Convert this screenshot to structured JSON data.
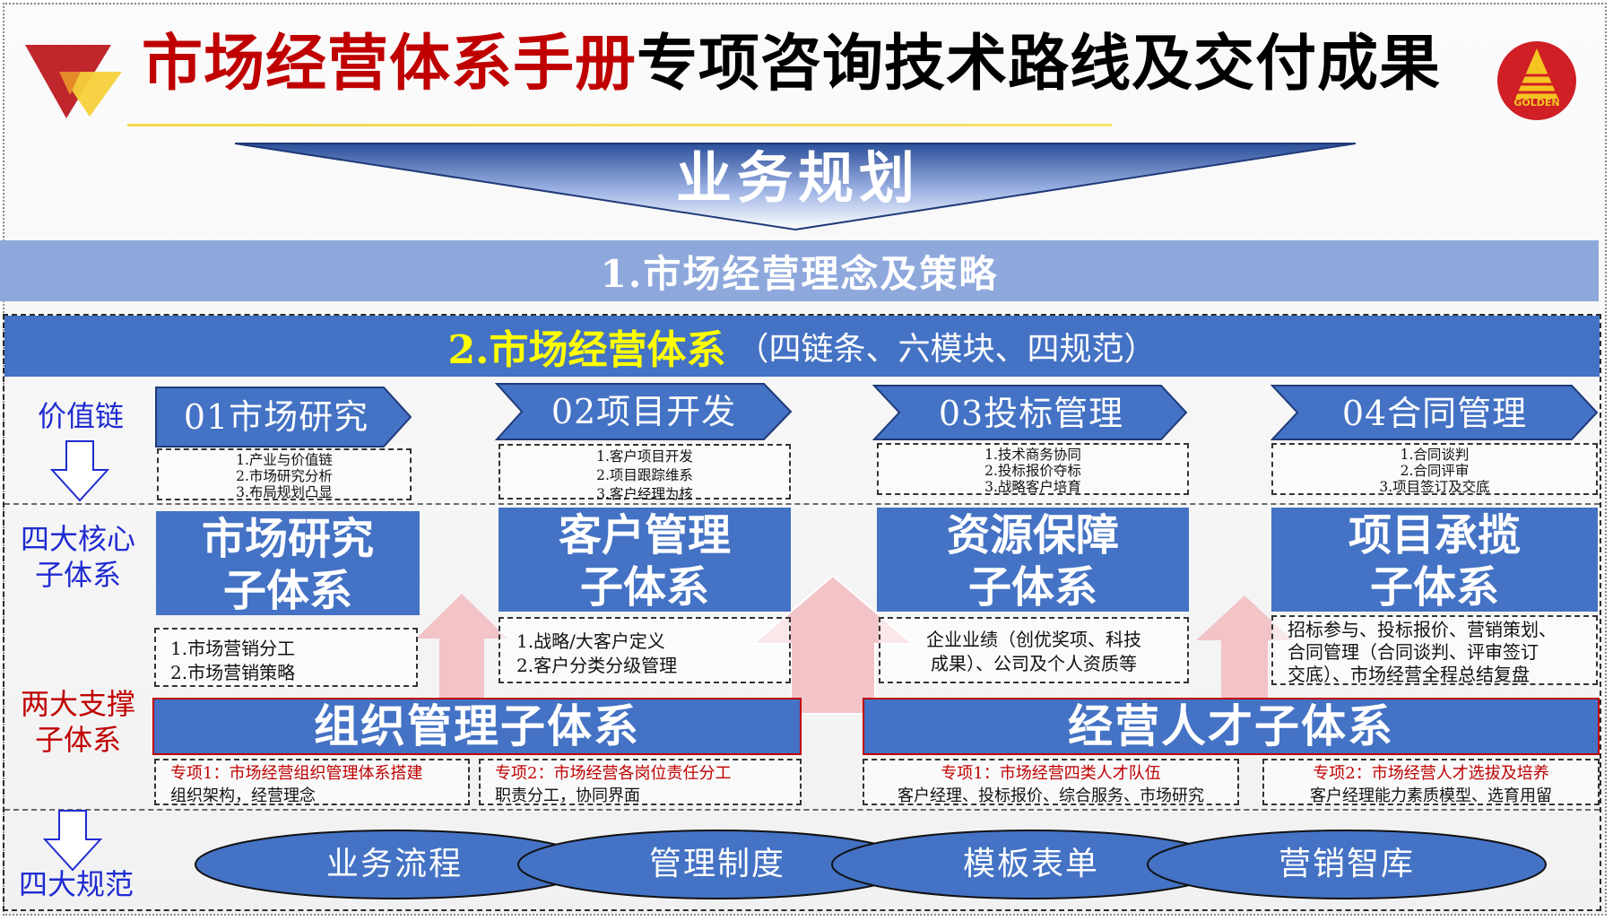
{
  "colors": {
    "blue": "#4472c4",
    "light_blue": "#8fa8dc",
    "red": "#c00000",
    "yellow": "#ffff00",
    "pink_arrow": "#f2c4c7"
  },
  "icons": {
    "left_logo": "red-yellow-triangle-logo",
    "right_logo": "golden-pyramid-logo",
    "down_arrow": "hollow-down-arrow-icon",
    "up_arrow": "pink-up-arrow"
  },
  "header": {
    "title_red": "市场经营体系手册",
    "title_black": "专项咨询技术路线及交付成果",
    "logo_text": "GOLDEN"
  },
  "planning": {
    "label": "业务规划"
  },
  "band1": {
    "label": "1.市场经营理念及策略"
  },
  "band2": {
    "main": "2.市场经营体系",
    "sub": "（四链条、六模块、四规范）"
  },
  "side_labels": {
    "value_chain": "价值链",
    "core_line1": "四大核心",
    "core_line2": "子体系",
    "support_line1": "两大支撑",
    "support_line2": "子体系",
    "norms": "四大规范"
  },
  "value_chain": [
    {
      "label": "01市场研究",
      "items": [
        "1.产业与价值链",
        "2.市场研究分析",
        "3.布局规划凸显"
      ]
    },
    {
      "label": "02项目开发",
      "items": [
        "1.客户项目开发",
        "2.项目跟踪维系",
        "3.客户经理为核"
      ]
    },
    {
      "label": "03投标管理",
      "items": [
        "1.技术商务协同",
        "2.投标报价夺标",
        "3.战略客户培育"
      ]
    },
    {
      "label": "04合同管理",
      "items": [
        "1.合同谈判",
        "2.合同评审",
        "3.项目签订及交底"
      ]
    }
  ],
  "core_systems": [
    {
      "line1": "市场研究",
      "line2": "子体系",
      "desc": [
        "1.市场营销分工",
        "2.市场营销策略"
      ]
    },
    {
      "line1": "客户管理",
      "line2": "子体系",
      "desc": [
        "1.战略/大客户定义",
        "2.客户分类分级管理"
      ]
    },
    {
      "line1": "资源保障",
      "line2": "子体系",
      "desc": [
        "企业业绩（创优奖项、科技",
        "成果）、公司及个人资质等"
      ]
    },
    {
      "line1": "项目承揽",
      "line2": "子体系",
      "desc": [
        "招标参与、投标报价、营销策划、",
        "合同管理（合同谈判、评审签订",
        "交底）、市场经营全程总结复盘"
      ]
    }
  ],
  "support_systems": [
    {
      "label": "组织管理子体系",
      "projects": [
        {
          "title": "专项1：市场经营组织管理体系搭建",
          "content": "组织架构，经营理念"
        },
        {
          "title": "专项2：市场经营各岗位责任分工",
          "content": "职责分工，协同界面"
        }
      ]
    },
    {
      "label": "经营人才子体系",
      "projects": [
        {
          "title": "专项1：市场经营四类人才队伍",
          "content": "客户经理、投标报价、综合服务、市场研究"
        },
        {
          "title": "专项2：市场经营人才选拔及培养",
          "content": "客户经理能力素质模型、选育用留"
        }
      ]
    }
  ],
  "norms": [
    "业务流程",
    "管理制度",
    "模板表单",
    "营销智库"
  ]
}
